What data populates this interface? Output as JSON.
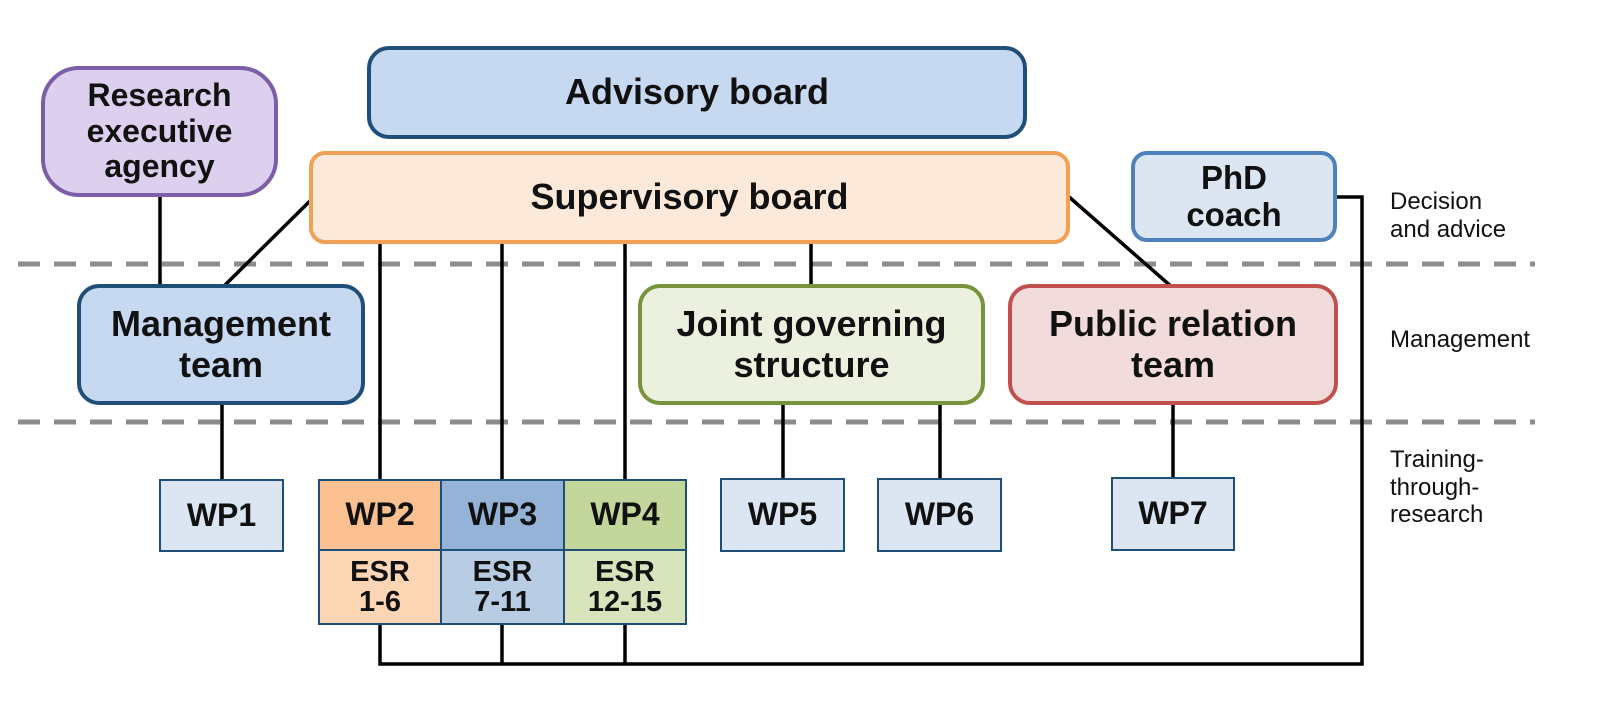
{
  "diagram": {
    "layers": [
      {
        "id": "decision",
        "label": "Decision\nand advice"
      },
      {
        "id": "management",
        "label": "Management"
      },
      {
        "id": "training",
        "label": "Training-\nthrough-\nresearch"
      }
    ],
    "nodes": {
      "advisory_board": {
        "label": "Advisory board",
        "fill": "#c6d9f1",
        "border": "#1f4e79"
      },
      "research_executive_agency": {
        "label": "Research\nexecutive\nagency",
        "fill": "#ddd0ef",
        "border": "#7b5ea7"
      },
      "supervisory_board": {
        "label": "Supervisory board",
        "fill": "#fde9d9",
        "border": "#f0a155"
      },
      "phd_coach": {
        "label": "PhD\ncoach",
        "fill": "#dce6f2",
        "border": "#4f81bd"
      },
      "management_team": {
        "label": "Management\nteam",
        "fill": "#c6d9f1",
        "border": "#1f4e79"
      },
      "joint_governing_structure": {
        "label": "Joint governing\nstructure",
        "fill": "#ebf1de",
        "border": "#77933c"
      },
      "public_relation_team": {
        "label": "Public relation\nteam",
        "fill": "#f2dcdb",
        "border": "#c0504d"
      },
      "wp1": {
        "label": "WP1",
        "fill": "#dce6f2"
      },
      "wp2": {
        "label": "WP2",
        "fill": "#fac090"
      },
      "wp3": {
        "label": "WP3",
        "fill": "#95b3d7"
      },
      "wp4": {
        "label": "WP4",
        "fill": "#c3d69b"
      },
      "esr2": {
        "label": "ESR\n1-6",
        "fill": "#fcd5b4"
      },
      "esr3": {
        "label": "ESR\n7-11",
        "fill": "#b8cce4"
      },
      "esr4": {
        "label": "ESR\n12-15",
        "fill": "#d7e4bc"
      },
      "wp5": {
        "label": "WP5",
        "fill": "#dce6f2"
      },
      "wp6": {
        "label": "WP6",
        "fill": "#dce6f2"
      },
      "wp7": {
        "label": "WP7",
        "fill": "#dce6f2"
      }
    },
    "edges": [
      [
        "research_executive_agency",
        "management_team"
      ],
      [
        "supervisory_board",
        "management_team"
      ],
      [
        "supervisory_board",
        "wp2"
      ],
      [
        "supervisory_board",
        "wp3"
      ],
      [
        "supervisory_board",
        "wp4"
      ],
      [
        "supervisory_board",
        "joint_governing_structure"
      ],
      [
        "supervisory_board",
        "public_relation_team"
      ],
      [
        "management_team",
        "wp1"
      ],
      [
        "joint_governing_structure",
        "wp5"
      ],
      [
        "joint_governing_structure",
        "wp6"
      ],
      [
        "public_relation_team",
        "wp7"
      ],
      [
        "phd_coach",
        "esr2"
      ],
      [
        "phd_coach",
        "esr3"
      ],
      [
        "phd_coach",
        "esr4"
      ]
    ],
    "colors": {
      "line": "#000000",
      "divider": "#8c8c8c"
    }
  }
}
